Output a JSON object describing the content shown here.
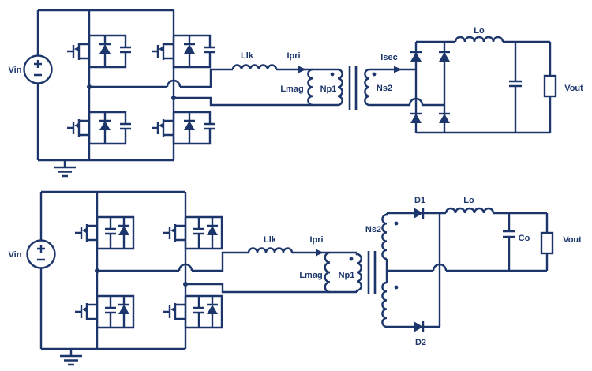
{
  "diagram": {
    "background": "#ffffff",
    "line_color": "#1c366b",
    "top": {
      "vin": "Vin",
      "llk": "Llk",
      "ipri": "Ipri",
      "lmag": "Lmag",
      "np1": "Np1",
      "ns2": "Ns2",
      "isec": "Isec",
      "lo": "Lo",
      "vout": "Vout"
    },
    "bottom": {
      "vin": "Vin",
      "llk": "Llk",
      "ipri": "Ipri",
      "lmag": "Lmag",
      "np1": "Np1",
      "ns2": "Ns2",
      "d1": "D1",
      "d2": "D2",
      "lo": "Lo",
      "co": "Co",
      "vout": "Vout"
    }
  }
}
